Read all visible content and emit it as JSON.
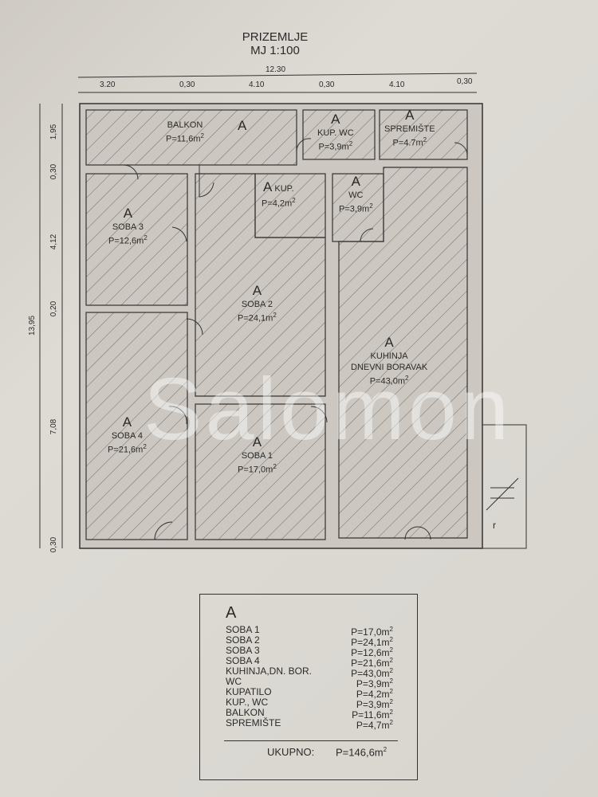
{
  "title": "PRIZEMLJE",
  "scale": "MJ 1:100",
  "dims_top": {
    "total": "12.30",
    "d1": "3.20",
    "d2": "0,30",
    "d3": "4.10",
    "d4": "0,30",
    "d5": "4.10",
    "d6": "0,30"
  },
  "dims_left": {
    "total": "13,95",
    "d1": "1,95",
    "d2": "0,30",
    "d3": "4,12",
    "d4": "0,20",
    "d5": "7,08",
    "d6": "0,30"
  },
  "rooms": [
    {
      "tag": "A",
      "name": "BALKON",
      "area": "P=11,6m"
    },
    {
      "tag": "A",
      "name": "KUP. WC",
      "area": "P=3,9m"
    },
    {
      "tag": "A",
      "name": "SPREMIŠTE",
      "area": "P=4.7m"
    },
    {
      "tag": "A",
      "name": "KUP.",
      "area": "P=4,2m"
    },
    {
      "tag": "A",
      "name": "WC",
      "area": "P=3,9m"
    },
    {
      "tag": "A",
      "name": "SOBA 3",
      "area": "P=12,6m"
    },
    {
      "tag": "A",
      "name": "SOBA 2",
      "area": "P=24,1m"
    },
    {
      "tag": "A",
      "name": "KUHINJA",
      "name2": "DNEVNI BORAVAK",
      "area": "P=43,0m"
    },
    {
      "tag": "A",
      "name": "SOBA 4",
      "area": "P=21,6m"
    },
    {
      "tag": "A",
      "name": "SOBA 1",
      "area": "P=17,0m"
    }
  ],
  "sup": "2",
  "watermark": "Salomon",
  "legend": {
    "tag": "A",
    "rows": [
      {
        "name": "SOBA 1",
        "area": "P=17,0m"
      },
      {
        "name": "SOBA 2",
        "area": "P=24,1m"
      },
      {
        "name": "SOBA 3",
        "area": "P=12,6m"
      },
      {
        "name": "SOBA 4",
        "area": "P=21,6m"
      },
      {
        "name": "KUHINJA,DN. BOR.",
        "area": "P=43,0m"
      },
      {
        "name": "WC",
        "area": "P=3,9m"
      },
      {
        "name": "KUPATILO",
        "area": "P=4,2m"
      },
      {
        "name": "KUP., WC",
        "area": "P=3,9m"
      },
      {
        "name": "BALKON",
        "area": "P=11,6m"
      },
      {
        "name": "SPREMIŠTE",
        "area": "P=4,7m"
      }
    ],
    "total_label": "UKUPNO:",
    "total": "P=146,6m"
  },
  "stair_mark": "r"
}
